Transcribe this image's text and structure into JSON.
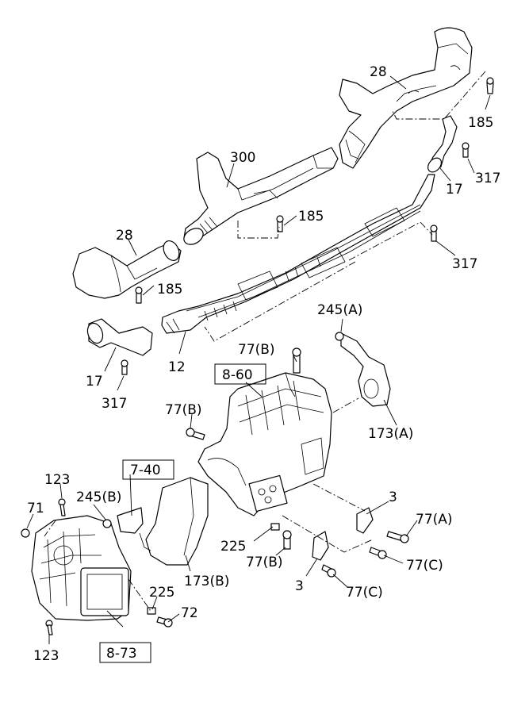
{
  "callouts": {
    "c28_top": "28",
    "c185_top": "185",
    "c300": "300",
    "c17_right": "17",
    "c317_right_top": "317",
    "c185_mid": "185",
    "c28_left": "28",
    "c317_mid": "317",
    "c185_left": "185",
    "c245a": "245(A)",
    "c17_left": "17",
    "c12": "12",
    "c317_left": "317",
    "c77b_top": "77(B)",
    "c173a": "173(A)",
    "c77b_left": "77(B)",
    "c123_top": "123",
    "c245b": "245(B)",
    "c71": "71",
    "c3_right": "3",
    "c77a": "77(A)",
    "c225_mid": "225",
    "c77b_mid": "77(B)",
    "c77c_right": "77(C)",
    "c173b": "173(B)",
    "c3_left": "3",
    "c77c_left": "77(C)",
    "c225_low": "225",
    "c72": "72",
    "c123_low": "123"
  },
  "references": {
    "ref_860": "8-60",
    "ref_740": "7-40",
    "ref_873": "8-73"
  }
}
